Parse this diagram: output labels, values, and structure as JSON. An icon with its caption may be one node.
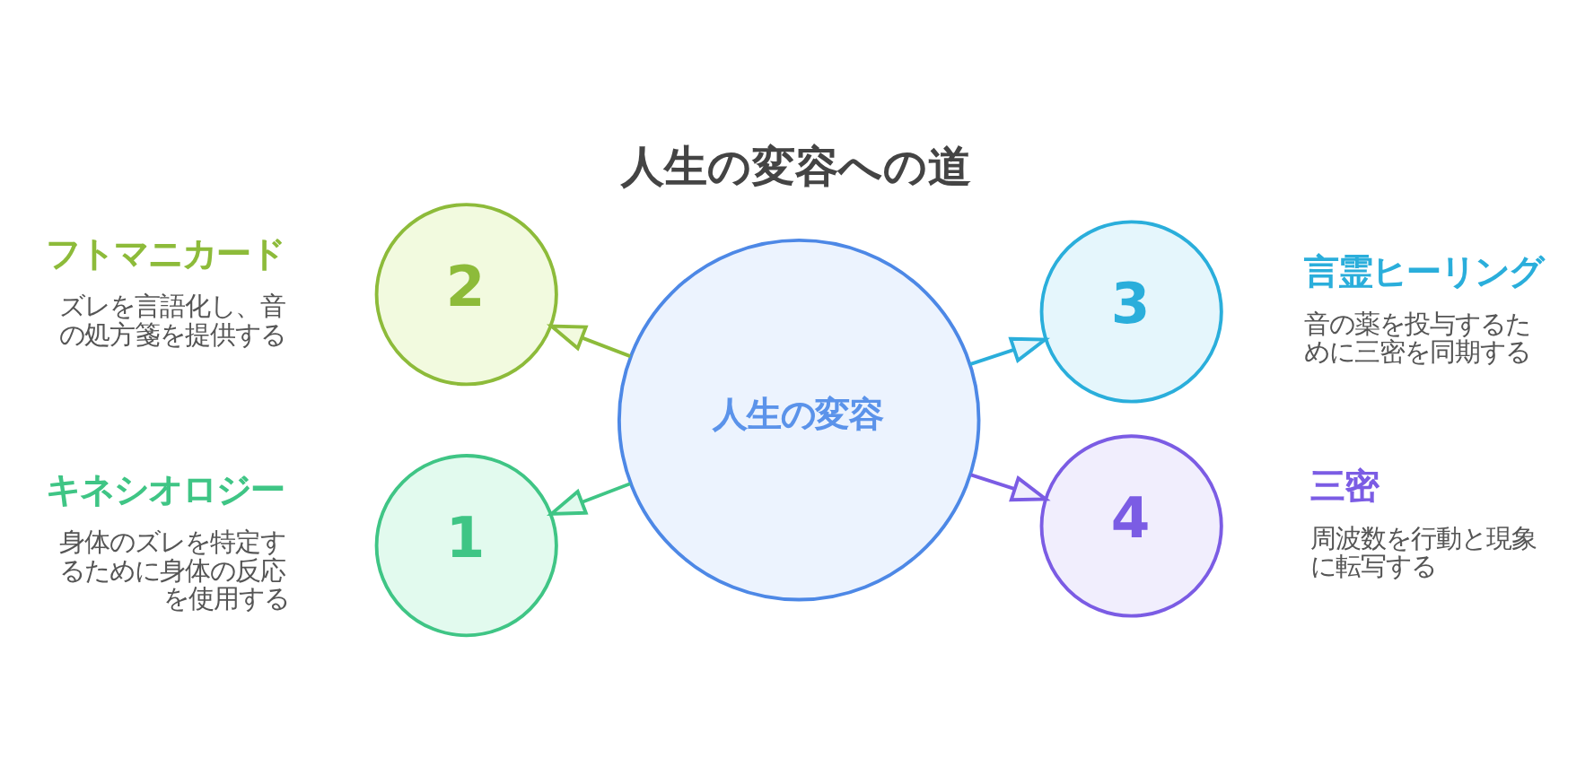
{
  "diagram": {
    "title": "人生の変容への道",
    "nodes": [
      {
        "text": [
          "2"
        ],
        "beside": [
          "フトマニカード",
          "ズレを言語化し、音の処方箋を提供する"
        ]
      },
      {
        "text": [
          "3"
        ],
        "beside": [
          "言霊ヒーリング",
          "音の薬を投与するために三密を同期する"
        ]
      },
      {
        "text": [
          "人生の変容"
        ]
      },
      {
        "text": [
          "1"
        ],
        "beside": [
          "キネシオロジー",
          "身体のズレを特定するために身体の反応を使用する"
        ]
      },
      {
        "text": [
          "4"
        ],
        "beside": [
          "三密",
          "周波数を行動と現象に転写する"
        ]
      }
    ],
    "edges": [
      {
        "from": 2,
        "to": 0,
        "arrow": "to",
        "color": "#8dbb3a"
      },
      {
        "from": 2,
        "to": 1,
        "arrow": "to",
        "color": "#2aaedb"
      },
      {
        "from": 2,
        "to": 3,
        "arrow": "to",
        "color": "#3fc585"
      },
      {
        "from": 2,
        "to": 4,
        "arrow": "to",
        "color": "#7b5ce4"
      }
    ]
  }
}
